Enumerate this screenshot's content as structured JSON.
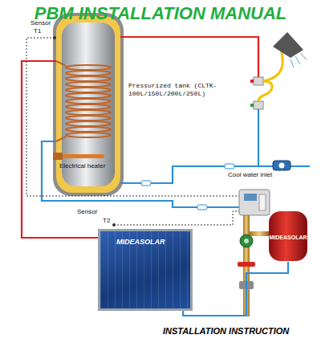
{
  "diagram": {
    "title": "PBM INSTALLATION MANUAL",
    "caption": "INSTALLATION INSTRUCTION",
    "nodes": [
      {
        "text": [
          "MIDEASOLAR"
        ]
      },
      {
        "text": [
          "MIDEASOLAR"
        ]
      }
    ],
    "edges": [
      {
        "from": 0,
        "to": 1,
        "arrow": "none"
      }
    ],
    "labels": [
      "Sensor",
      "T1",
      "Pressurized tank (CLTK-100L/150L/200L/250L)",
      "Electrical heater",
      "Cool water inlet",
      "Sensor",
      "T2"
    ]
  }
}
